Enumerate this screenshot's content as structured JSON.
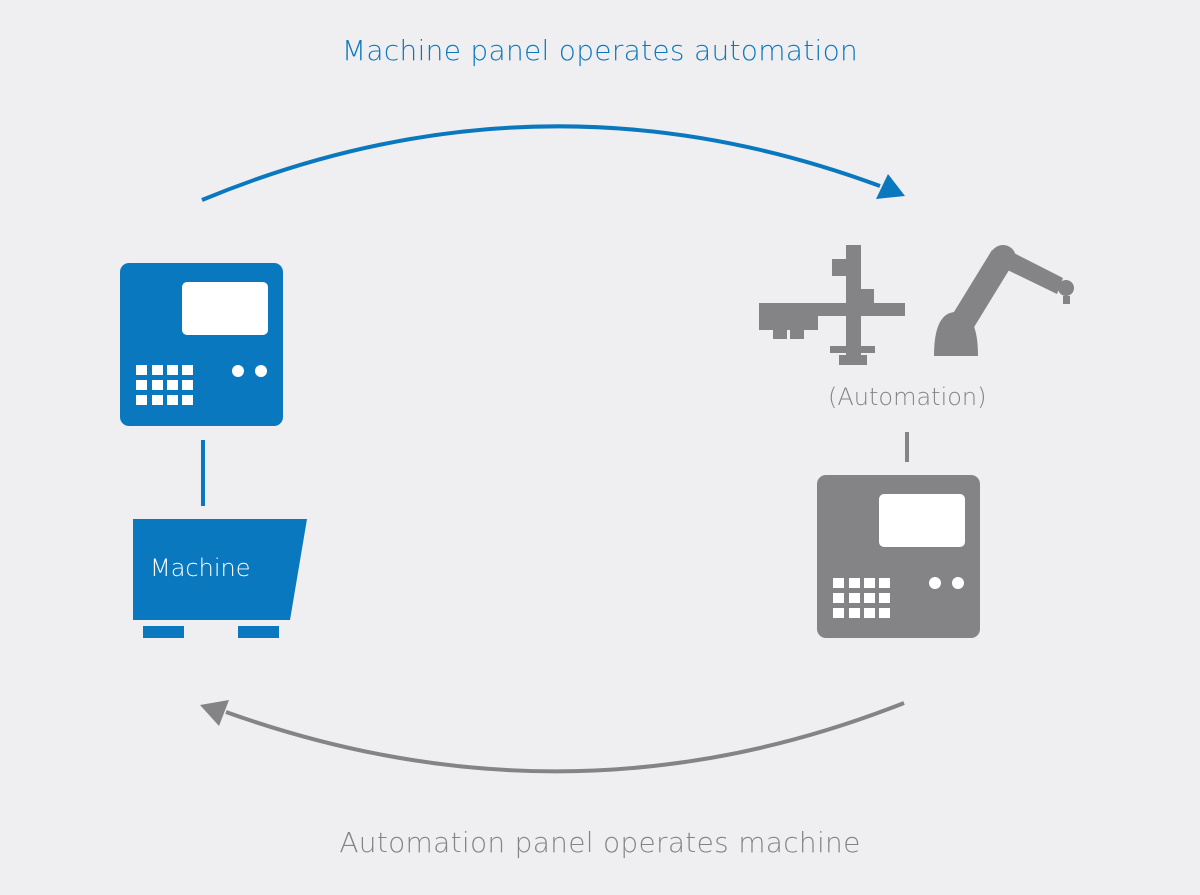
{
  "colors": {
    "background": "#efeff1",
    "blue": "#0a78be",
    "gray": "#848486"
  },
  "captions": {
    "top": "Machine panel operates automation",
    "bottom": "Automation panel operates machine"
  },
  "labels": {
    "machine": "Machine",
    "automation": "(Automation)"
  },
  "icons": {
    "machine_control_panel": "control-panel-icon",
    "machine": "machine-icon",
    "gantry": "gantry-robot-icon",
    "robot_arm": "robot-arm-icon",
    "automation_control_panel": "control-panel-icon"
  }
}
